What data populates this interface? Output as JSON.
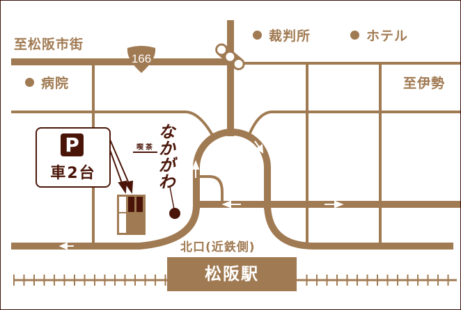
{
  "labels": {
    "to_city": "至松阪市街",
    "hospital": "病院",
    "court": "裁判所",
    "hotel": "ホテル",
    "to_ise": "至伊勢",
    "north_exit": "北口(近鉄側)",
    "station": "松阪駅"
  },
  "route_shield": "166",
  "parking": {
    "icon": "P",
    "count": "車2台"
  },
  "shop_logo": {
    "small": "喫茶",
    "main": "なかがわ"
  },
  "colors": {
    "road": "#a07a52",
    "accent": "#4a1508",
    "background": "#ffffff"
  }
}
